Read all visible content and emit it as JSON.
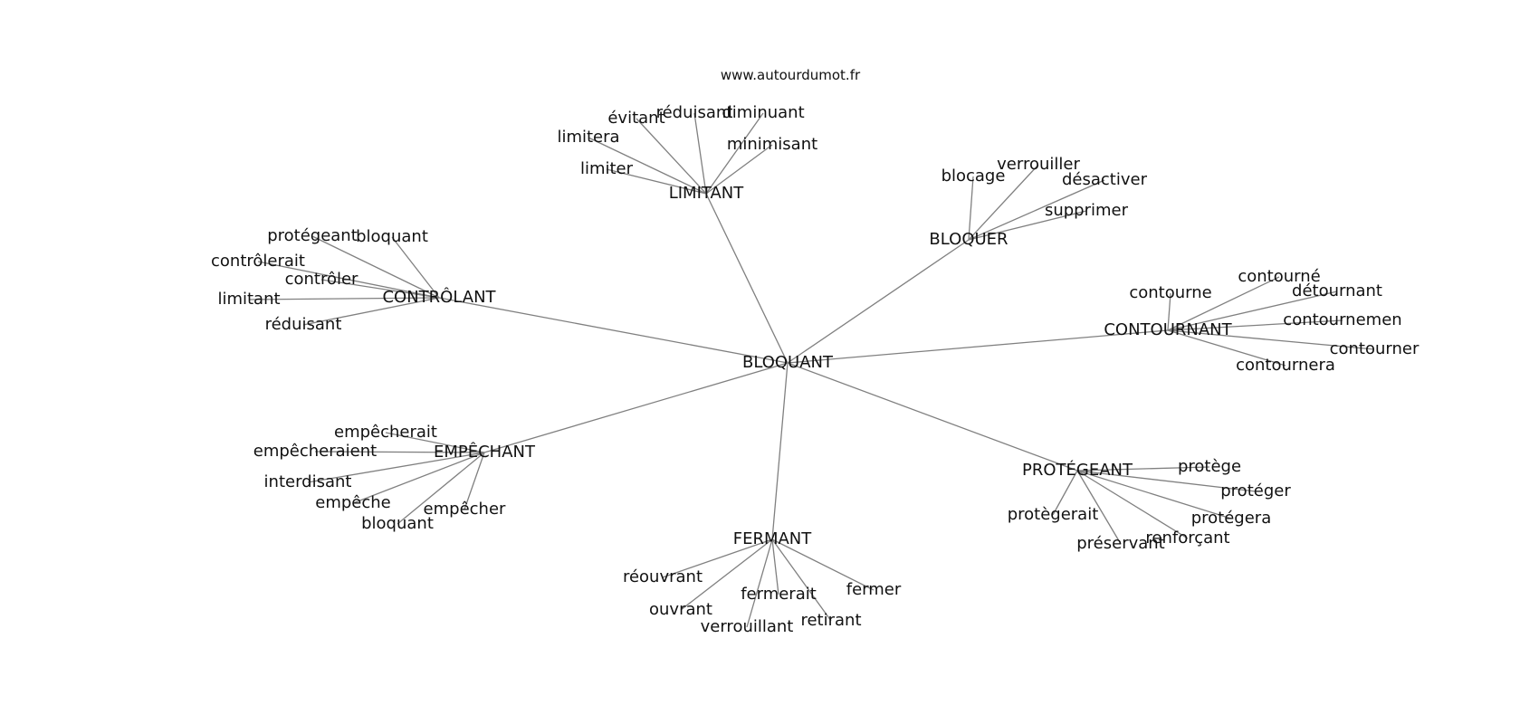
{
  "site_label": "www.autourdumot.fr",
  "center": "BLOQUANT",
  "clusters": [
    {
      "hub": "LIMITANT",
      "words": [
        "limiter",
        "limitera",
        "évitant",
        "réduisant",
        "diminuant",
        "minimisant"
      ]
    },
    {
      "hub": "BLOQUER",
      "words": [
        "blocage",
        "verrouiller",
        "désactiver",
        "supprimer"
      ]
    },
    {
      "hub": "CONTRÔLANT",
      "words": [
        "protégeant",
        "bloquant",
        "contrôlerait",
        "contrôler",
        "limitant",
        "réduisant"
      ]
    },
    {
      "hub": "CONTOURNANT",
      "words": [
        "contourne",
        "contourné",
        "détournant",
        "contournemen",
        "contourner",
        "contournera"
      ]
    },
    {
      "hub": "EMPÊCHANT",
      "words": [
        "empêcherait",
        "empêcheraient",
        "interdisant",
        "empêche",
        "bloquant",
        "empêcher"
      ]
    },
    {
      "hub": "PROTÉGEANT",
      "words": [
        "protège",
        "protéger",
        "protègerait",
        "protégera",
        "préservant",
        "renforçant"
      ]
    },
    {
      "hub": "FERMANT",
      "words": [
        "réouvrant",
        "ouvrant",
        "verrouillant",
        "fermerait",
        "retirant",
        "fermer"
      ]
    }
  ]
}
